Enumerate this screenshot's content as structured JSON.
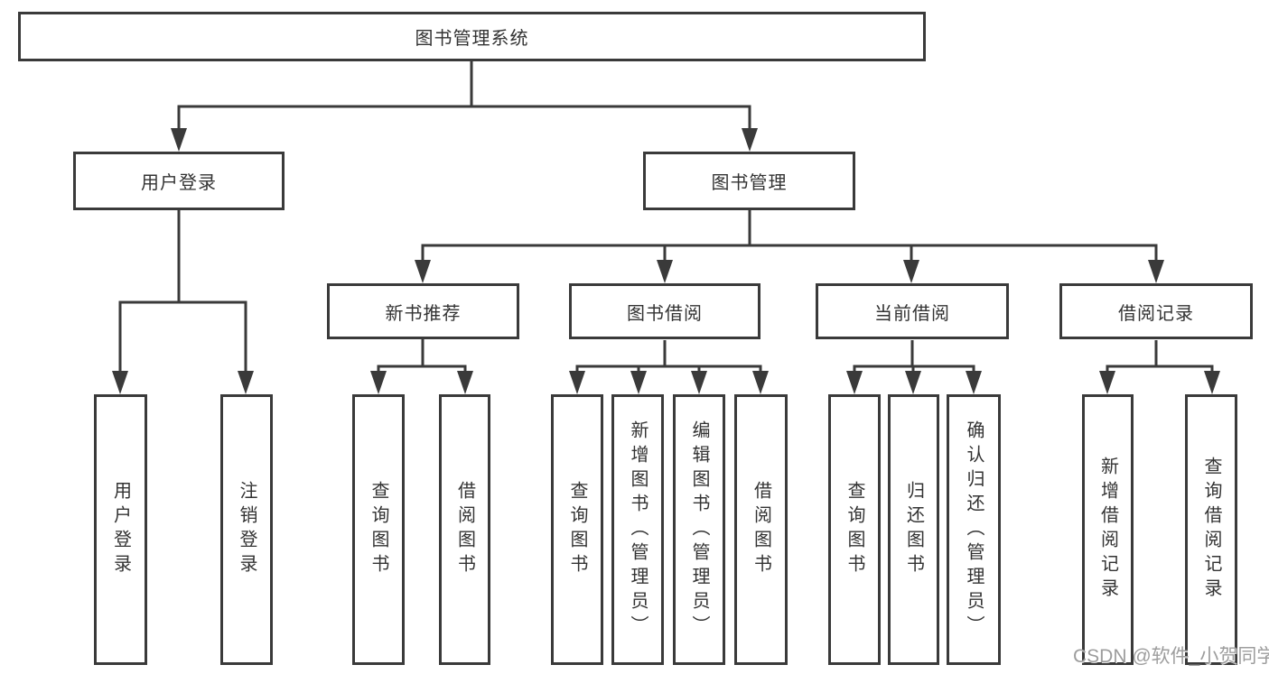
{
  "diagram": {
    "root": {
      "label": "图书管理系统"
    },
    "user_login": {
      "label": "用户登录",
      "children": [
        {
          "label": "用户登录"
        },
        {
          "label": "注销登录"
        }
      ]
    },
    "book_management": {
      "label": "图书管理",
      "sections": [
        {
          "label": "新书推荐",
          "children": [
            {
              "label": "查询图书"
            },
            {
              "label": "借阅图书"
            }
          ]
        },
        {
          "label": "图书借阅",
          "children": [
            {
              "label": "查询图书"
            },
            {
              "label": "新增图书（管理员）"
            },
            {
              "label": "编辑图书（管理员）"
            },
            {
              "label": "借阅图书"
            }
          ]
        },
        {
          "label": "当前借阅",
          "children": [
            {
              "label": "查询图书"
            },
            {
              "label": "归还图书"
            },
            {
              "label": "确认归还（管理员）"
            }
          ]
        },
        {
          "label": "借阅记录",
          "children": [
            {
              "label": "新增借阅记录"
            },
            {
              "label": "查询借阅记录"
            }
          ]
        }
      ]
    }
  },
  "watermark": {
    "text": "CSDN @软件_小贺同学"
  },
  "colors": {
    "line": "#3a3a3a",
    "text": "#333333",
    "watermark": "#9d9d9d",
    "background": "#ffffff"
  }
}
